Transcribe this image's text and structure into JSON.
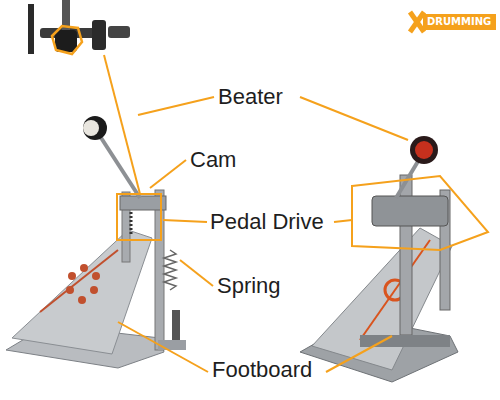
{
  "diagram": {
    "nodes": [
      {
        "text": [
          "DRUMMING"
        ]
      }
    ],
    "labels": [
      "Beater",
      "Cam",
      "Pedal Drive",
      "Spring",
      "Footboard"
    ]
  }
}
